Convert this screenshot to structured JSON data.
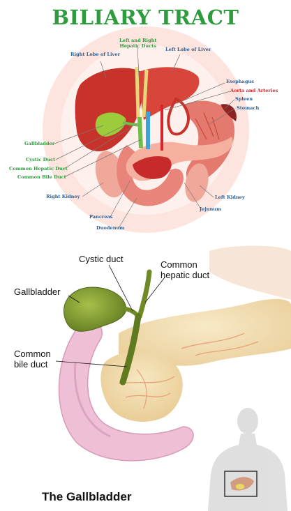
{
  "top_panel": {
    "title": "BILIARY TRACT",
    "labels": {
      "left_right_hepatic_line1": "Left and Right",
      "left_right_hepatic_line2": "Hepatic Ducts",
      "right_lobe": "Right Lobe of Liver",
      "left_lobe": "Left Lobe of Liver",
      "esophagus": "Esophagus",
      "aorta": "Aorta and Arteries",
      "spleen": "Spleen",
      "stomach": "Stomach",
      "gallbladder": "Gallbladder",
      "cystic_duct": "Cystic Duct",
      "common_hepatic_duct": "Common Hepatic Duct",
      "common_bile_duct": "Common Bile Duct",
      "right_kidney": "Right Kidney",
      "left_kidney": "Left Kidney",
      "jejunum": "Jejunum",
      "pancreas": "Pancreas",
      "duodenum": "Duodenum"
    },
    "colors": {
      "title": "#2e9b3d",
      "blue_labels": "#2b5f93",
      "green_labels": "#2e9b3d",
      "red_labels": "#d8232a",
      "liver": "#c7332b",
      "gallbladder": "#9ccb3b"
    }
  },
  "bottom_panel": {
    "labels": {
      "cystic_duct": "Cystic duct",
      "common_hepatic_line1": "Common",
      "common_hepatic_line2": "hepatic duct",
      "gallbladder": "Gallbladder",
      "common_bile_line1": "Common",
      "common_bile_line2": "bile duct"
    },
    "caption": "The Gallbladder",
    "colors": {
      "gallbladder": "#7e9a2d",
      "pancreas": "#f2dcae",
      "duodenum": "#eebbd3"
    }
  }
}
